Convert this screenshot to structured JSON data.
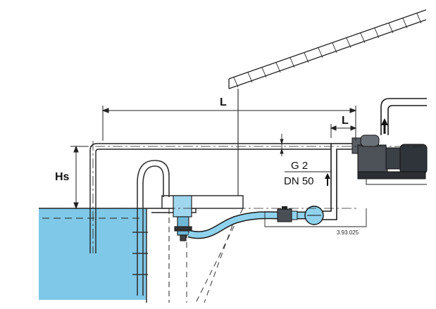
{
  "labels": {
    "length_top": "L",
    "length_pump": "L",
    "suction_head": "Hs",
    "pipe_thread": "G 2",
    "pipe_nominal": "DN 50",
    "reference_code": "3.93.025"
  },
  "colors": {
    "water": "#7fc8e8",
    "hose": "#8fd2ee",
    "line": "#1a1a1a",
    "pump_body": "#5a5f66"
  }
}
